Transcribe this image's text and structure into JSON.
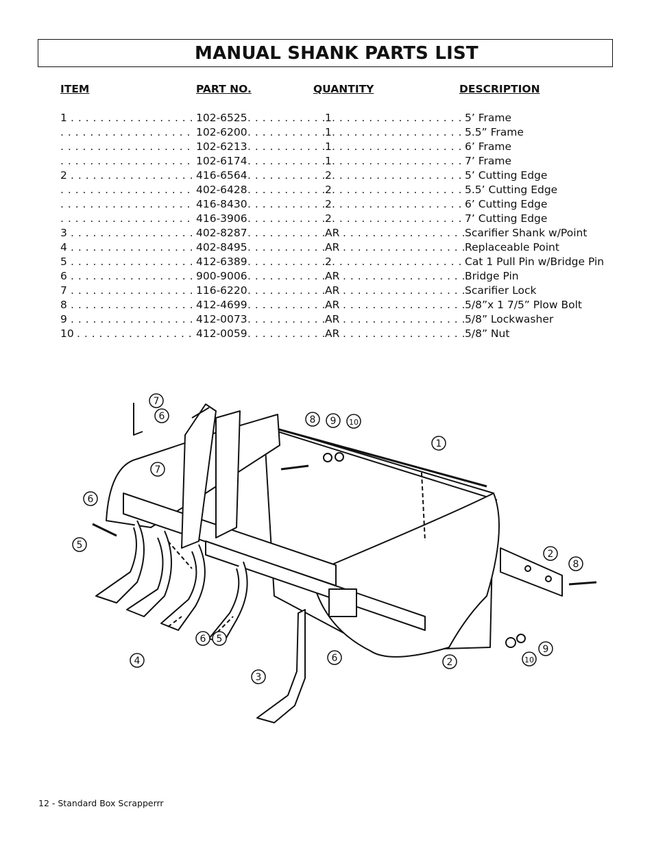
{
  "title": "MANUAL SHANK PARTS LIST",
  "columns": {
    "item": "ITEM",
    "part_no": "PART NO.",
    "quantity": "QUANTITY",
    "description": "DESCRIPTION"
  },
  "rows": [
    {
      "item": "1",
      "part": "102-6525",
      "qty": "1",
      "desc": "5’ Frame"
    },
    {
      "item": "",
      "part": "102-6200",
      "qty": "1",
      "desc": "5.5” Frame"
    },
    {
      "item": "",
      "part": "102-6213",
      "qty": "1",
      "desc": "6’ Frame"
    },
    {
      "item": "",
      "part": "102-6174",
      "qty": "1",
      "desc": "7’ Frame"
    },
    {
      "item": "2",
      "part": "416-6564",
      "qty": "2",
      "desc": "5’ Cutting Edge"
    },
    {
      "item": "",
      "part": "402-6428",
      "qty": "2",
      "desc": "5.5’ Cutting Edge"
    },
    {
      "item": "",
      "part": "416-8430",
      "qty": "2",
      "desc": "6’ Cutting Edge"
    },
    {
      "item": "",
      "part": "416-3906",
      "qty": "2",
      "desc": "7’ Cutting Edge"
    },
    {
      "item": "3",
      "part": "402-8287",
      "qty": "AR",
      "desc": "Scarifier Shank w/Point"
    },
    {
      "item": "4",
      "part": "402-8495",
      "qty": "AR",
      "desc": "Replaceable Point"
    },
    {
      "item": "5",
      "part": "412-6389",
      "qty": "2",
      "desc": "Cat 1 Pull Pin w/Bridge Pin"
    },
    {
      "item": "6",
      "part": "900-9006",
      "qty": "AR",
      "desc": "Bridge Pin"
    },
    {
      "item": "7",
      "part": "116-6220",
      "qty": "AR",
      "desc": "Scarifier Lock"
    },
    {
      "item": "8",
      "part": "412-4699",
      "qty": "AR",
      "desc": "5/8”x 1 7/5” Plow Bolt"
    },
    {
      "item": "9",
      "part": "412-0073",
      "qty": "AR",
      "desc": "5/8” Lockwasher"
    },
    {
      "item": "10",
      "part": "412-0059",
      "qty": "AR",
      "desc": "5/8” Nut"
    }
  ],
  "diagram": {
    "callouts": [
      "7",
      "6",
      "7",
      "6",
      "5",
      "8",
      "9",
      "10",
      "1",
      "2",
      "8",
      "9",
      "10",
      "2",
      "6",
      "5",
      "6",
      "4",
      "3"
    ]
  },
  "footer": "12 - Standard Box Scrapperrr"
}
